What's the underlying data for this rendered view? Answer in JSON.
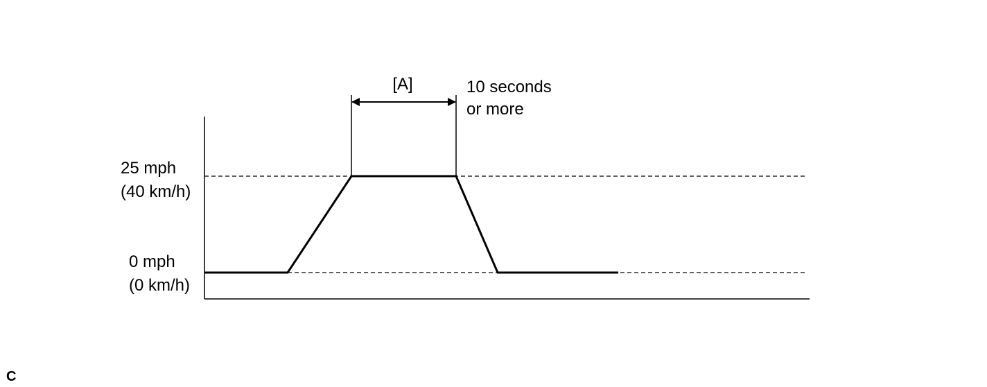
{
  "diagram": {
    "speed_high_label_line1": "25 mph",
    "speed_high_label_line2": "(40 km/h)",
    "speed_low_label_line1": "0 mph",
    "speed_low_label_line2": "(0 km/h)",
    "interval_label": "[A]",
    "duration_label_line1": "10 seconds",
    "duration_label_line2": "or more"
  },
  "corner_mark": "C"
}
